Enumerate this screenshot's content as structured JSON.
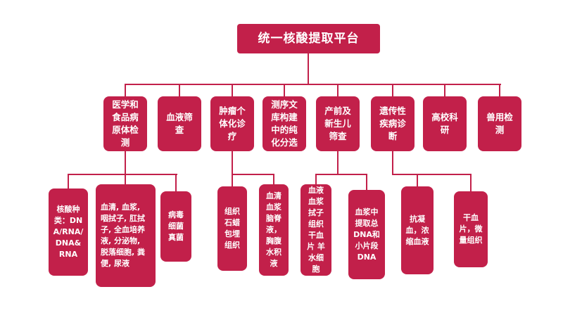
{
  "colors": {
    "accent": "#c2204a",
    "background": "#ffffff",
    "node_text": "#ffffff"
  },
  "root_label": "统一核酸提取平台",
  "branches": [
    "医学和食品病原体检测",
    "血液筛查",
    "肿瘤个体化诊疗",
    "测序文库构建中的纯化分选",
    "产前及新生儿筛查",
    "遗传性疾病诊断",
    "高校科研",
    "兽用检测"
  ],
  "leaves": [
    "核酸种类：DNA/RNA/DNA&RNA",
    "血清, 血浆, 咽拭子, 肛拭子, 全血培养液, 分泌物, 脱落细胞, 粪便, 尿液",
    "病毒细菌真菌",
    "组织石蜡包埋组织",
    "血清血浆脑脊液，胸腹水积液",
    "血液 血浆 拭子 组织 干血片 羊水细胞",
    "血浆中提取总DNA和小片段DNA",
    "抗凝血，浓缩血液",
    "干血片，微量组织"
  ]
}
